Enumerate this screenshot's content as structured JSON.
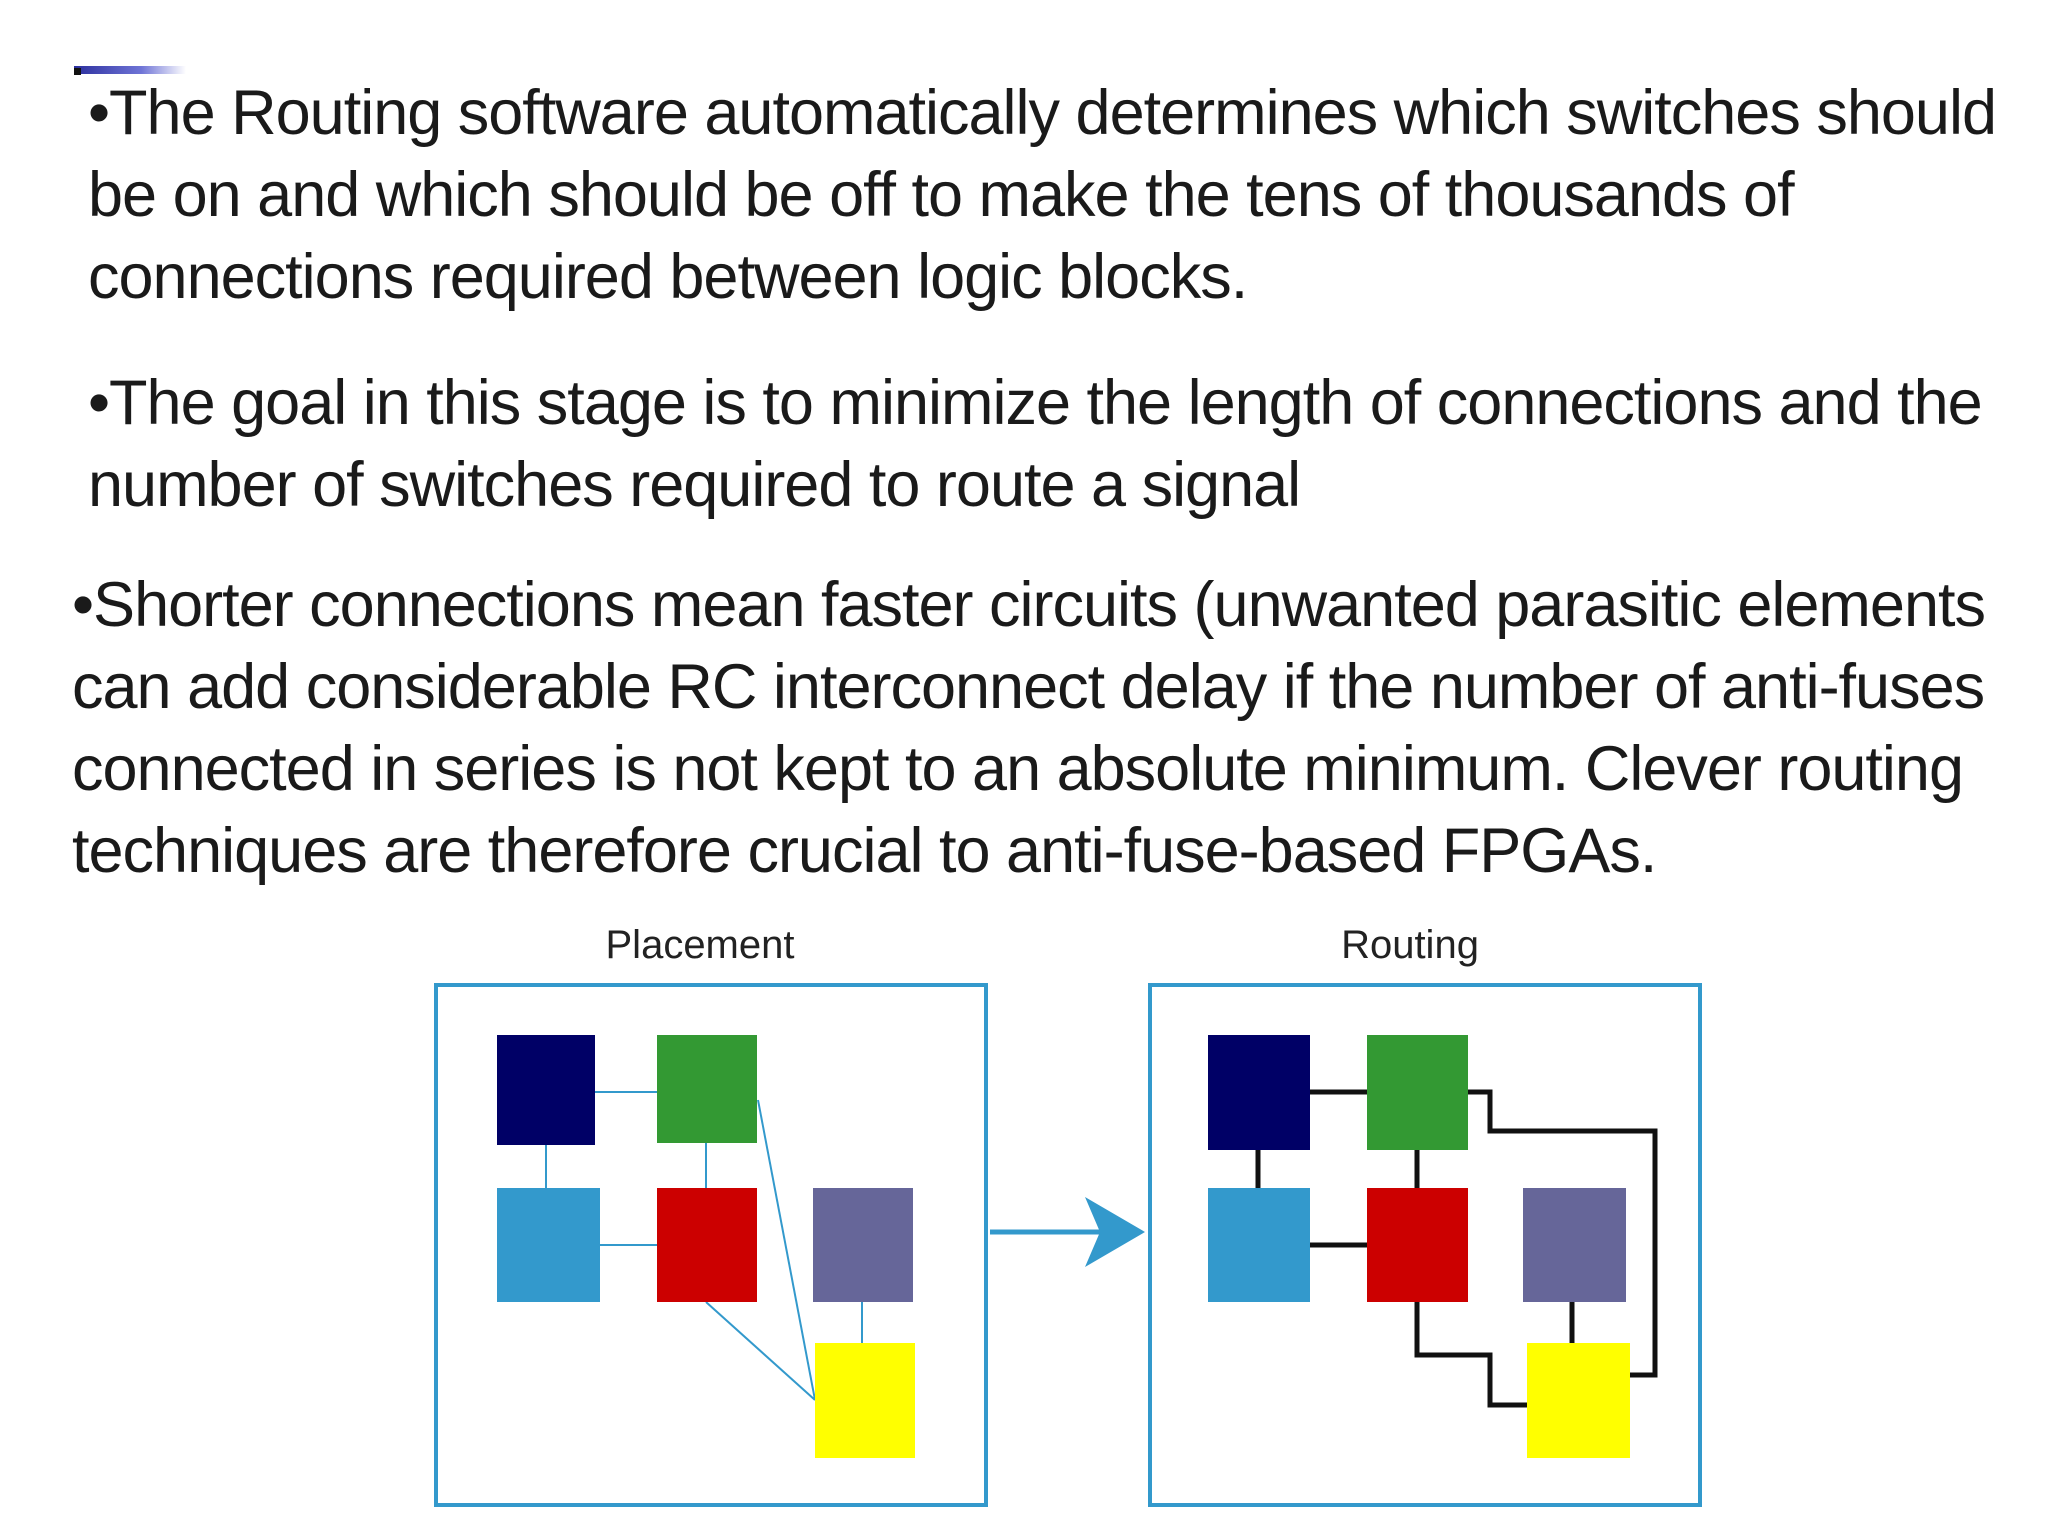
{
  "bullets": [
    {
      "lines": [
        "•The Routing software automatically determines which switches should",
        "be on and which should be off to make the tens of thousands of",
        "connections required between logic blocks."
      ]
    },
    {
      "lines": [
        "•The goal in this stage is to minimize the length of connections and the",
        "number of switches required to route a signal"
      ]
    },
    {
      "lines": [
        "•Shorter connections mean faster circuits (unwanted parasitic elements",
        "can add considerable RC interconnect delay if the number of anti-fuses",
        "connected in series is not kept to an absolute minimum. Clever routing",
        "techniques are  therefore crucial to anti-fuse-based FPGAs."
      ]
    }
  ],
  "diagram": {
    "placement_label": "Placement",
    "routing_label": "Routing",
    "colors": {
      "frame": "#3399cc",
      "navy": "#000066",
      "green": "#339933",
      "lightblue": "#3399cc",
      "red": "#cc0000",
      "slate": "#666699",
      "yellow": "#ffff00",
      "placement_wire": "#3399cc",
      "routing_wire": "#111111"
    },
    "blocks": [
      "navy",
      "green",
      "lightblue",
      "red",
      "slate",
      "yellow"
    ]
  }
}
